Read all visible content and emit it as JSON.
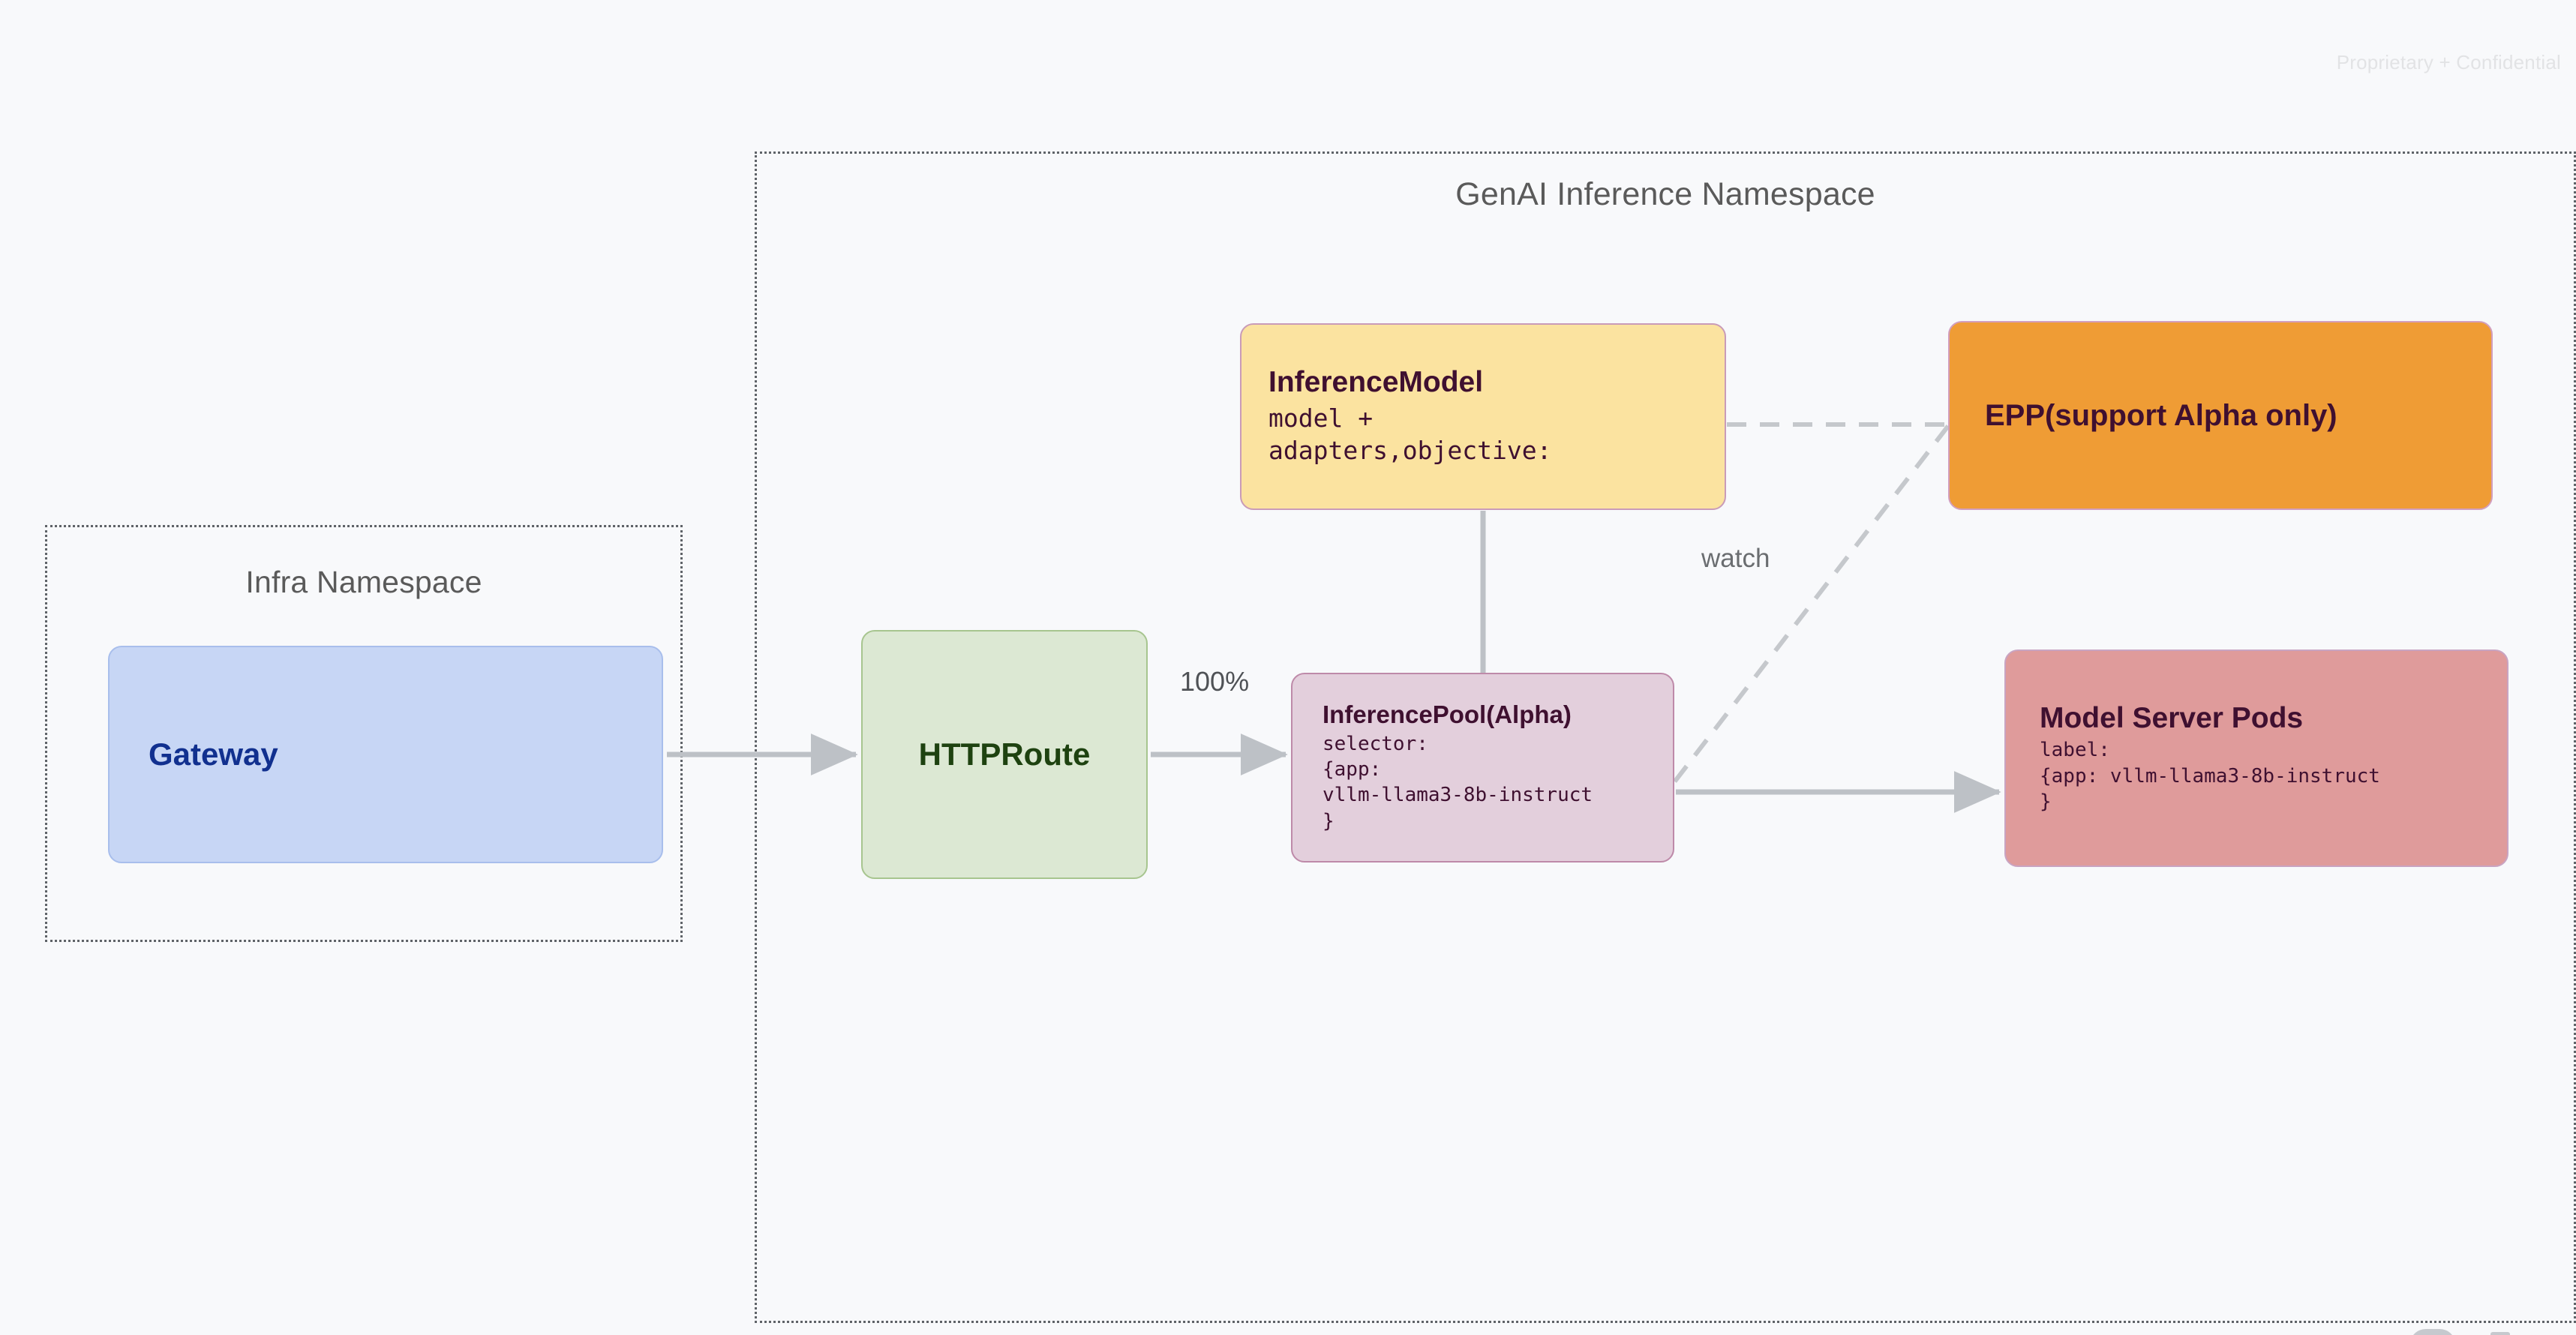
{
  "page": {
    "watermark": "Proprietary + Confidential",
    "background_color": "#F8F9FB"
  },
  "namespaces": [
    {
      "id": "infra",
      "title": "Infra Namespace",
      "border_color": "#5F6368",
      "border_style": "dotted"
    },
    {
      "id": "genai",
      "title": "GenAI Inference Namespace",
      "border_color": "#5F6368",
      "border_style": "dotted"
    }
  ],
  "nodes": {
    "gateway": {
      "title": "Gateway",
      "fill": "#C7D6F5",
      "stroke": "#A8BEEC",
      "text_color": "#11308F"
    },
    "httproute": {
      "title": "HTTPRoute",
      "fill": "#DCE8D3",
      "stroke": "#A7C58F",
      "text_color": "#1E4210"
    },
    "inferencemodel": {
      "title": "InferenceModel",
      "sub": "model +\nadapters,objective:",
      "fill": "#FBE3A0",
      "stroke": "#C99BB8",
      "text_color": "#3F1030"
    },
    "inferencepool": {
      "title": "InferencePool(Alpha)",
      "sub": "selector:\n{app:\nvllm-llama3-8b-instruct\n}",
      "fill": "#E3CFDC",
      "stroke": "#BE8AA9",
      "text_color": "#3F1030"
    },
    "epp": {
      "title": "EPP(support Alpha only)",
      "fill": "#EF9C35",
      "stroke": "#D29FBE",
      "text_color": "#3F1030"
    },
    "modelserverpods": {
      "title": "Model Server Pods",
      "sub": "label:\n{app: vllm-llama3-8b-instruct\n}",
      "fill": "#DF9B9B",
      "stroke": "#C9A4C2",
      "text_color": "#3F1030"
    }
  },
  "edges": [
    {
      "id": "gateway-to-httproute",
      "from": "gateway",
      "to": "httproute",
      "label": "",
      "style": "solid",
      "arrow": true,
      "color": "#BDC1C6"
    },
    {
      "id": "httproute-to-inferencepool",
      "from": "httproute",
      "to": "inferencepool",
      "label": "100%",
      "style": "solid",
      "arrow": true,
      "color": "#BDC1C6"
    },
    {
      "id": "inferencemodel-to-inferencepool",
      "from": "inferencemodel",
      "to": "inferencepool",
      "label": "",
      "style": "solid",
      "arrow": false,
      "color": "#BDC1C6"
    },
    {
      "id": "inferencepool-to-modelserverpods",
      "from": "inferencepool",
      "to": "modelserverpods",
      "label": "",
      "style": "solid",
      "arrow": true,
      "color": "#BDC1C6"
    },
    {
      "id": "inferencemodel-to-epp",
      "from": "inferencemodel",
      "to": "epp",
      "label": "",
      "style": "dashed",
      "arrow": false,
      "color": "#C5C8CC"
    },
    {
      "id": "epp-to-inferencepool-watch",
      "from": "epp",
      "to": "inferencepool",
      "label": "watch",
      "style": "dashed",
      "arrow": false,
      "color": "#C5C8CC"
    }
  ],
  "labels": {
    "traffic_split": "100%",
    "watch": "watch"
  }
}
